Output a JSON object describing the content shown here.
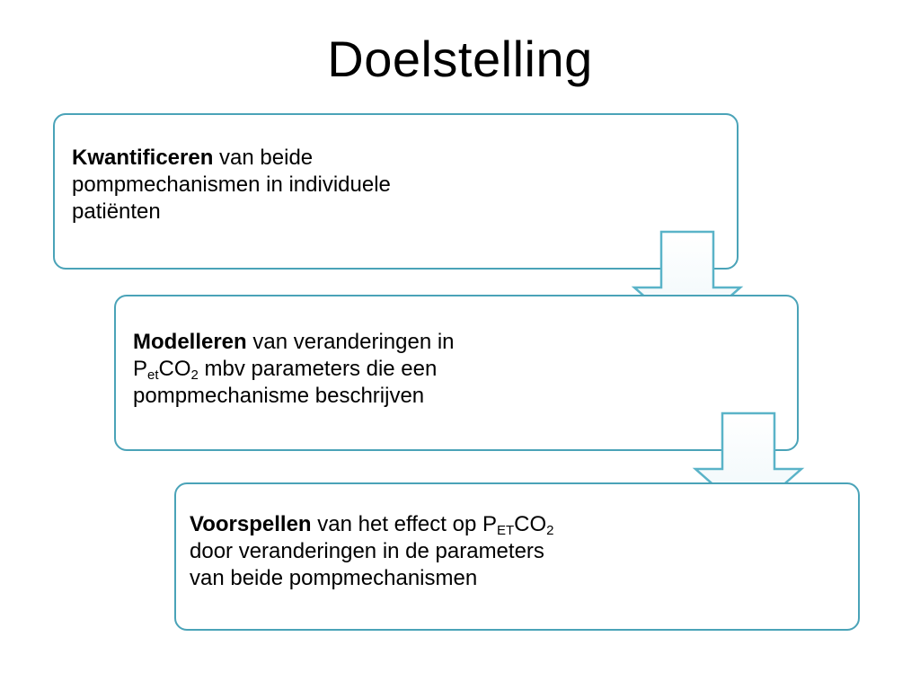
{
  "slide": {
    "title": "Doelstelling"
  },
  "steps": [
    {
      "bold": "Kwantificeren",
      "line1": "van beide",
      "line2": "pompmechanismen in individuele",
      "line3": "patiënten"
    },
    {
      "bold": "Modelleren",
      "line1": "van veranderingen in",
      "p": "P",
      "p_sub": "et",
      "co": "CO",
      "co_sub": "2",
      "line2_rest": "mbv parameters die een",
      "line3": "pompmechanisme beschrijven"
    },
    {
      "bold": "Voorspellen",
      "line1": "van het effect op",
      "p": "P",
      "p_sub": "ET",
      "co": "CO",
      "co_sub": "2",
      "line2": "door veranderingen in de parameters",
      "line3": "van beide pompmechanismen"
    }
  ],
  "colors": {
    "border": "#4aa3b8",
    "arrow_stroke": "#5ab3c8",
    "arrow_fill_light": "#eef7fa"
  },
  "icons": {
    "arrow": "arrow-down-icon"
  }
}
